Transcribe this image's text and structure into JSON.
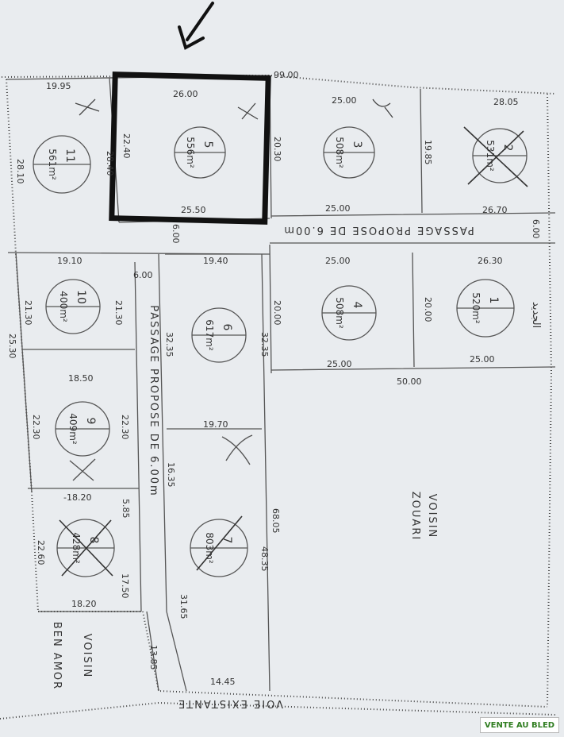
{
  "lots": [
    {
      "id": "lot-5",
      "number": "5",
      "area": "556m²"
    },
    {
      "id": "lot-3",
      "number": "3",
      "area": "508m²"
    },
    {
      "id": "lot-2",
      "number": "2",
      "area": "531m²"
    },
    {
      "id": "lot-11",
      "number": "11",
      "area": "561m²"
    },
    {
      "id": "lot-10",
      "number": "10",
      "area": "400m²"
    },
    {
      "id": "lot-6",
      "number": "6",
      "area": "617m²"
    },
    {
      "id": "lot-4",
      "number": "4",
      "area": "508m²"
    },
    {
      "id": "lot-1",
      "number": "1",
      "area": "520m²"
    },
    {
      "id": "lot-9",
      "number": "9",
      "area": "409m²"
    },
    {
      "id": "lot-8",
      "number": "8",
      "area": "428m²"
    },
    {
      "id": "lot-7",
      "number": "7",
      "area": "803m²"
    }
  ],
  "dimensions": {
    "d_top_9900": "99.00",
    "d_1995": "19.95",
    "d_2600": "26.00",
    "d_2500_top": "25.00",
    "d_2805": "28.05",
    "d_2810": "28.10",
    "d_2840": "28.40",
    "d_2240": "22.40",
    "d_2030": "20.30",
    "d_1985": "19.85",
    "d_2550": "25.50",
    "d_2500_mid": "25.00",
    "d_2670": "26.70",
    "d_600_a": "6.00",
    "d_600_b": "6.00",
    "d_1910": "19.10",
    "d_600_c": "6.00",
    "d_1940": "19.40",
    "d_2500_b": "25.00",
    "d_2630": "26.30",
    "d_2130_a": "21.30",
    "d_2530": "25.30",
    "d_2130_b": "21.30",
    "d_3235_a": "32.35",
    "d_3235_b": "32.35",
    "d_2000_a": "20.00",
    "d_2000_b": "20.00",
    "d_2500_c": "25.00",
    "d_2500_d": "25.00",
    "d_5000": "50.00",
    "d_1850": "18.50",
    "d_2230_a": "22.30",
    "d_2230_b": "22.30",
    "d_1970": "19.70",
    "d_1820": "-18.20",
    "d_585": "5.85",
    "d_1635": "16.35",
    "d_2260": "22.60",
    "d_1750": "17.50",
    "d_6805": "68.05",
    "d_4835": "48.35",
    "d_1820_b": "18.20",
    "d_3165": "31.65",
    "d_1385": "13.85",
    "d_1445": "14.45"
  },
  "passage_horizontal": "PASSAGE PROPOSE DE 6.00m",
  "passage_vertical": "PASSAGE PROPOSE DE 6.00m",
  "voisin_zouari": {
    "line1": "VOISIN",
    "line2": "ZOUARI"
  },
  "voisin_ben_amor": {
    "line1": "VOISIN",
    "line2": "BEN AMOR"
  },
  "voie_existante": "VOIE EXISTANTE",
  "handwritten_annotation": "الجديد",
  "watermark": "VENTE AU BLED",
  "colors": {
    "ink": "#333333",
    "paper": "#e9ecef",
    "highlight": "#111111",
    "watermark_green": "#2f7d20"
  }
}
